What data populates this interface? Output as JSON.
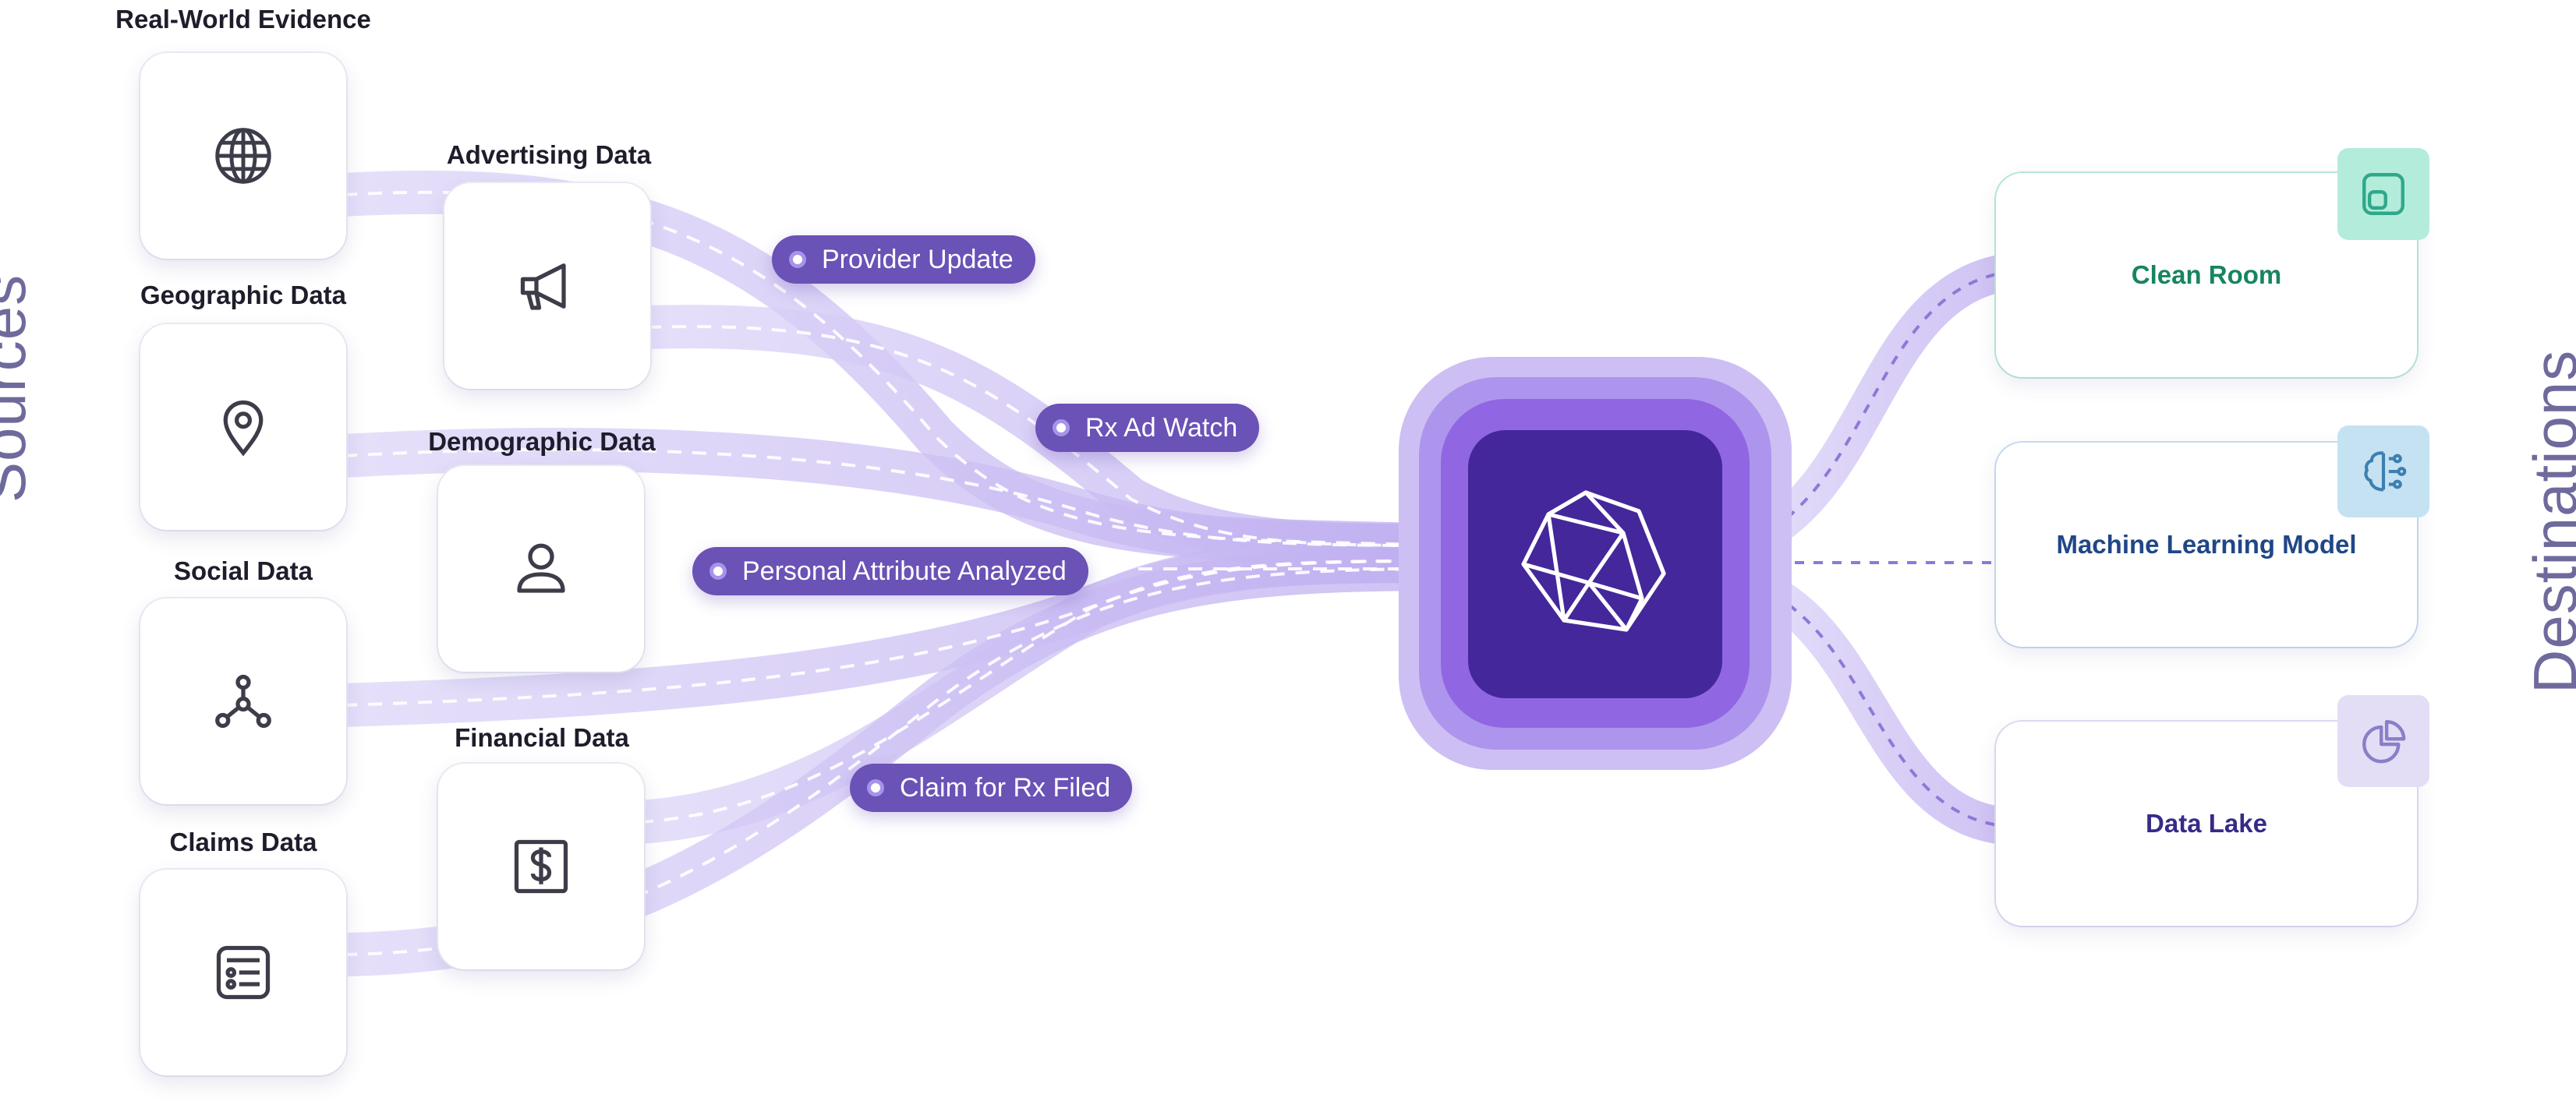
{
  "titles": {
    "sources": "Sources",
    "destinations": "Destinations"
  },
  "sources": [
    {
      "label": "Real-World Evidence",
      "icon": "globe-icon"
    },
    {
      "label": "Advertising Data",
      "icon": "megaphone-icon"
    },
    {
      "label": "Geographic Data",
      "icon": "map-pin-icon"
    },
    {
      "label": "Demographic Data",
      "icon": "person-icon"
    },
    {
      "label": "Social Data",
      "icon": "network-icon"
    },
    {
      "label": "Financial Data",
      "icon": "dollar-icon"
    },
    {
      "label": "Claims Data",
      "icon": "list-icon"
    }
  ],
  "events": [
    "Provider Update",
    "Rx Ad Watch",
    "Personal Attribute Analyzed",
    "Claim for Rx Filed"
  ],
  "hub": {
    "icon": "polyhedron-icon"
  },
  "destinations": [
    {
      "label": "Clean Room",
      "icon": "clean-room-icon",
      "text_color": "#17855f",
      "border_color": "#b8ead8",
      "icon_bg": "#b4ecdc",
      "icon_color": "#2fa889"
    },
    {
      "label": "Machine Learning Model",
      "icon": "brain-circuit-icon",
      "text_color": "#1f4787",
      "border_color": "#c9ddef",
      "icon_bg": "#c4e2f2",
      "icon_color": "#3e7fb0"
    },
    {
      "label": "Data Lake",
      "icon": "pie-chart-icon",
      "text_color": "#362a8a",
      "border_color": "#e1dcf2",
      "icon_bg": "#e3def5",
      "icon_color": "#8a7fc9"
    }
  ],
  "colors": {
    "flow": "#c9bdf2",
    "hub_core": "#44279a",
    "pill": "#6a52b6",
    "title": "#6e6a9c"
  }
}
